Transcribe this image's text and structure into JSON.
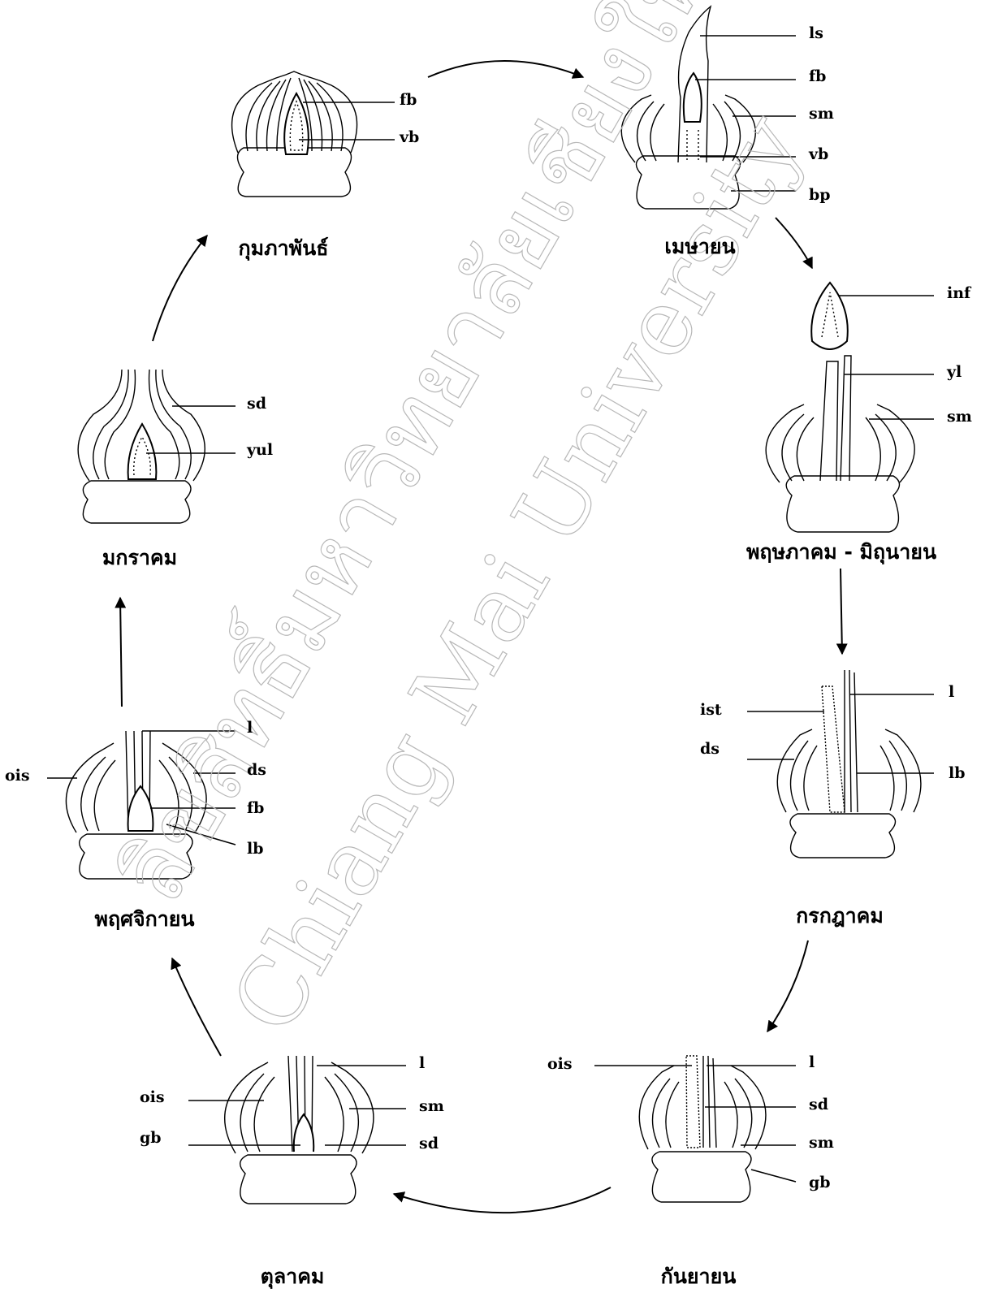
{
  "months": {
    "feb": "กุมภาพันธ์",
    "apr": "เมษายน",
    "may_jun": "พฤษภาคม - มิถุนายน",
    "jul": "กรกฎาคม",
    "sep": "กันยายน",
    "oct": "ตุลาคม",
    "nov": "พฤศจิกายน",
    "jan": "มกราคม"
  },
  "labels": {
    "feb": [
      "fb",
      "vb"
    ],
    "apr": [
      "ls",
      "fb",
      "sm",
      "vb",
      "bp"
    ],
    "may_jun": [
      "inf",
      "yl",
      "sm"
    ],
    "jul": [
      "l",
      "ist",
      "ds",
      "lb"
    ],
    "sep": [
      "ois",
      "l",
      "sd",
      "sm",
      "gb"
    ],
    "oct": [
      "ois",
      "gb",
      "l",
      "sm",
      "sd"
    ],
    "nov": [
      "ois",
      "l",
      "ds",
      "fb",
      "lb"
    ],
    "jan": [
      "sd",
      "yul"
    ]
  },
  "watermark": {
    "line1": "ลิขสิทธิ์มหาวิทยาลัยเชียงใหม่",
    "line2": "Chiang Mai University"
  },
  "colors": {
    "ink": "#000000",
    "watermark": "#b8b8b8"
  }
}
